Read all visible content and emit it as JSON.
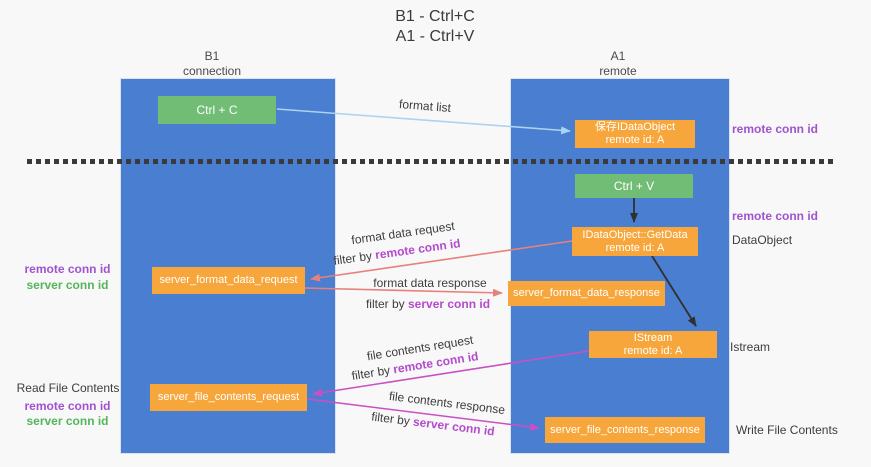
{
  "title": {
    "line1": "B1 - Ctrl+C",
    "line2": "A1 - Ctrl+V"
  },
  "lifelines": {
    "left": {
      "name": "B1",
      "role": "connection"
    },
    "right": {
      "name": "A1",
      "role": "remote"
    }
  },
  "nodes": {
    "ctrl_c": {
      "label": "Ctrl + C"
    },
    "save_idataobject": {
      "line1": "保存IDataObject",
      "line2": "remote id: A"
    },
    "ctrl_v": {
      "label": "Ctrl + V"
    },
    "getdata": {
      "line1": "IDataObject::GetData",
      "line2": "remote id: A"
    },
    "server_format_data_request": {
      "label": "server_format_data_request"
    },
    "server_format_data_response": {
      "label": "server_format_data_response"
    },
    "istream": {
      "line1": "IStream",
      "line2": "remote id: A"
    },
    "server_file_contents_request": {
      "label": "server_file_contents_request"
    },
    "server_file_contents_response": {
      "label": "server_file_contents_response"
    }
  },
  "arrow_labels": {
    "format_list": "format list",
    "format_data_request": "format data request",
    "format_data_response": "format data response",
    "file_contents_request": "file contents request",
    "file_contents_response": "file contents response",
    "filter_by": "filter by"
  },
  "margin_labels": {
    "remote_conn_id": "remote conn id",
    "server_conn_id": "server conn id",
    "dataobject": "DataObject",
    "istream": "Istream",
    "read_file_contents": "Read File Contents",
    "write_file_contents": "Write File Contents"
  },
  "colors": {
    "background": "#f8f8f8",
    "lifeline_blue": "#4a7ed0",
    "action_green": "#71bd76",
    "message_orange": "#f7a63b",
    "arrow_light_blue": "#a9d4f2",
    "arrow_salmon": "#e8807c",
    "arrow_magenta": "#c94fc4",
    "arrow_black": "#303030",
    "remote_conn_id_text": "#a152d0",
    "server_conn_id_text": "#55b55a",
    "filter_highlight_text": "#b44ace",
    "dashed_divider": "#3a3a3a"
  }
}
